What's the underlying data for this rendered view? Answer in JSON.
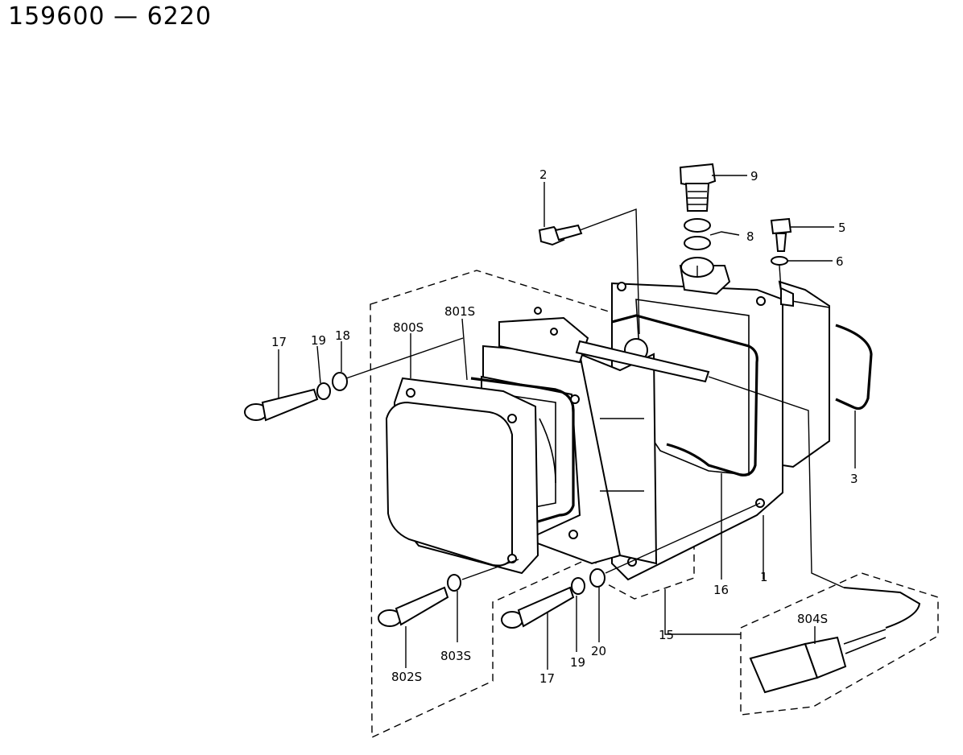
{
  "drawing_number": "159600 — 6220",
  "callouts": {
    "c2": "2",
    "c9": "9",
    "c5": "5",
    "c8": "8",
    "c6": "6",
    "c17a": "17",
    "c19a": "19",
    "c18": "18",
    "c800s": "800S",
    "c801s": "801S",
    "c3": "3",
    "c16": "16",
    "c1": "1",
    "c15": "15",
    "c804s": "804S",
    "c802s": "802S",
    "c803s": "803S",
    "c17b": "17",
    "c19b": "19",
    "c20": "20"
  }
}
